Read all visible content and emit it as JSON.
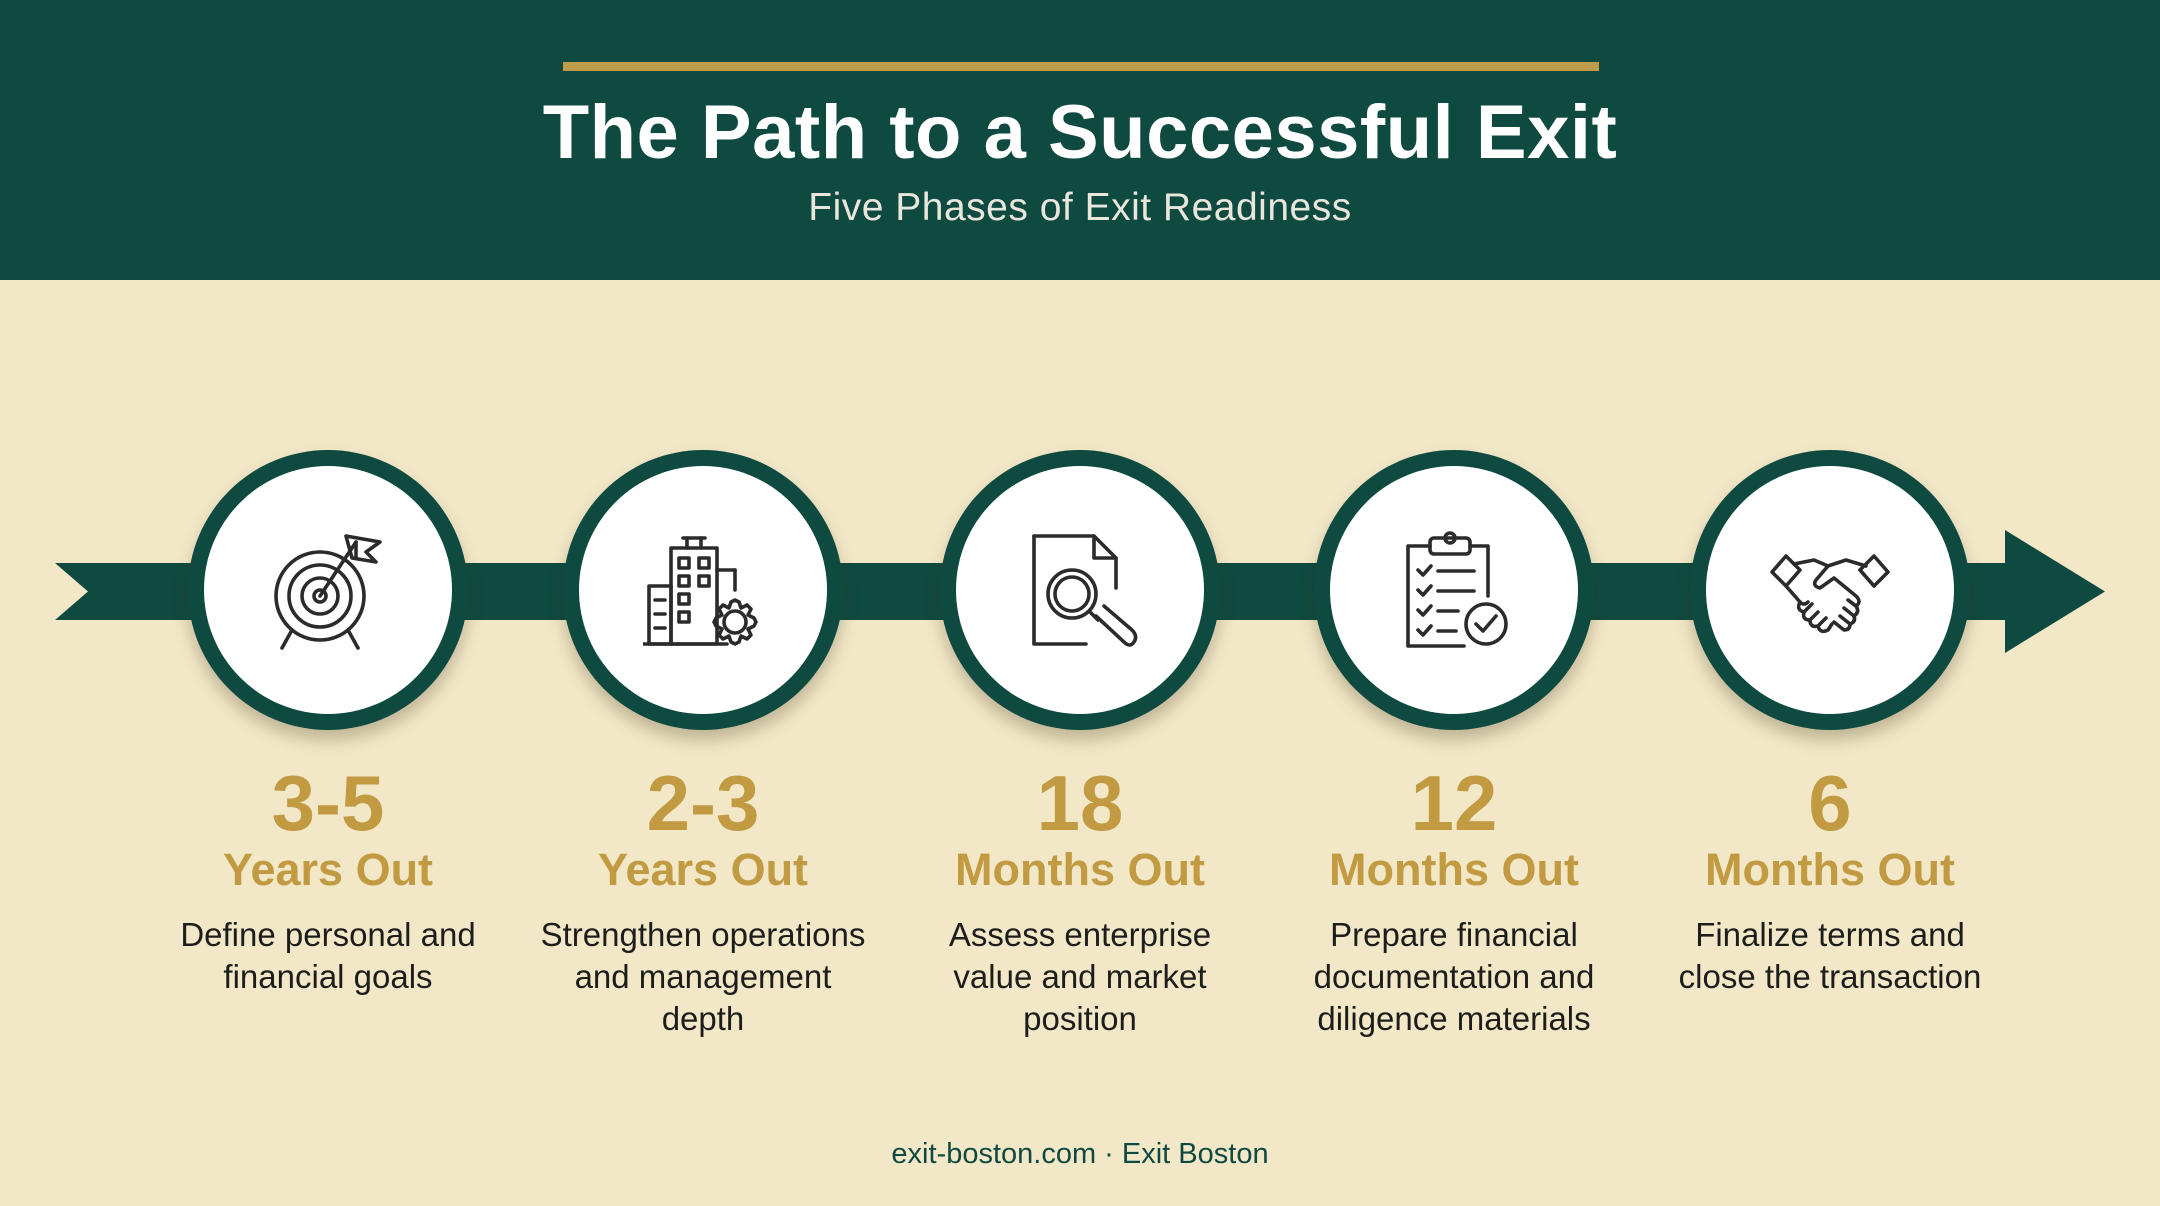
{
  "header": {
    "title": "The Path to a Successful Exit",
    "subtitle": "Five Phases of Exit Readiness"
  },
  "colors": {
    "dark_green": "#0f4a40",
    "gold": "#bf9c49",
    "cream": "#f2e8c8"
  },
  "phases": [
    {
      "number": "3-5",
      "unit": "Years Out",
      "description": "Define personal and financial goals",
      "icon": "target-flag-icon"
    },
    {
      "number": "2-3",
      "unit": "Years Out",
      "description": "Strengthen operations and management depth",
      "icon": "building-gear-icon"
    },
    {
      "number": "18",
      "unit": "Months Out",
      "description": "Assess enterprise value and market position",
      "icon": "document-magnifier-icon"
    },
    {
      "number": "12",
      "unit": "Months Out",
      "description": "Prepare financial documentation and diligence materials",
      "icon": "clipboard-checklist-icon"
    },
    {
      "number": "6",
      "unit": "Months Out",
      "description": "Finalize terms and close the transaction",
      "icon": "handshake-icon"
    }
  ],
  "footer": "exit-boston.com · Exit Boston"
}
